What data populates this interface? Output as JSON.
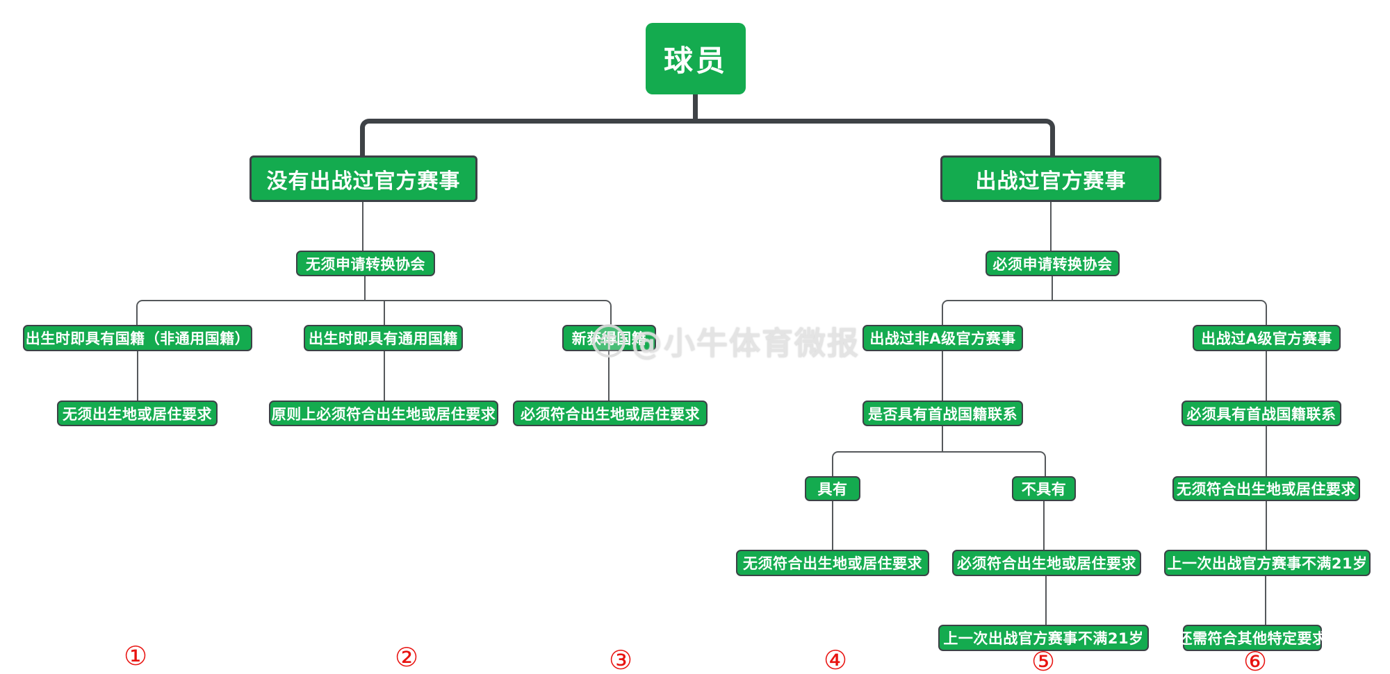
{
  "diagram": {
    "title_node": "球员",
    "watermark": {
      "logo_glyph": "牛",
      "text": "@小牛体育微报"
    },
    "colors": {
      "node_green": "#14AB4F",
      "node_border": "#3C4146",
      "thick_line": "#3E4246",
      "thin_line": "#55585B",
      "number_red": "#E81310",
      "node_text": "#FFFFFF",
      "background": "#FFFFFF"
    },
    "nodes": {
      "no_official": "没有出战过官方赛事",
      "played_official": "出战过官方赛事",
      "no_apply": "无须申请转换协会",
      "must_apply": "必须申请转换协会",
      "birth_non_shared": "出生时即具有国籍（非通用国籍）",
      "birth_shared": "出生时即具有通用国籍",
      "new_nationality": "新获得国籍",
      "no_birth_residence_req": "无须出生地或居住要求",
      "principle_meet_req": "原则上必须符合出生地或居住要求",
      "must_meet_req_left": "必须符合出生地或居住要求",
      "non_a_level": "出战过非A级官方赛事",
      "a_level": "出战过A级官方赛事",
      "first_link_question": "是否具有首战国籍联系",
      "must_first_link": "必须具有首战国籍联系",
      "has_link": "具有",
      "no_link": "不具有",
      "no_meet_req_right_col": "无须符合出生地或居住要求",
      "no_meet_req_mid": "无须符合出生地或居住要求",
      "must_meet_req_mid": "必须符合出生地或居住要求",
      "under21_right_col": "上一次出战官方赛事不满21岁",
      "under21_mid": "上一次出战官方赛事不满21岁",
      "other_specific_req": "还需符合其他特定要求"
    },
    "path_numbers": [
      "①",
      "②",
      "③",
      "④",
      "⑤",
      "⑥"
    ]
  }
}
